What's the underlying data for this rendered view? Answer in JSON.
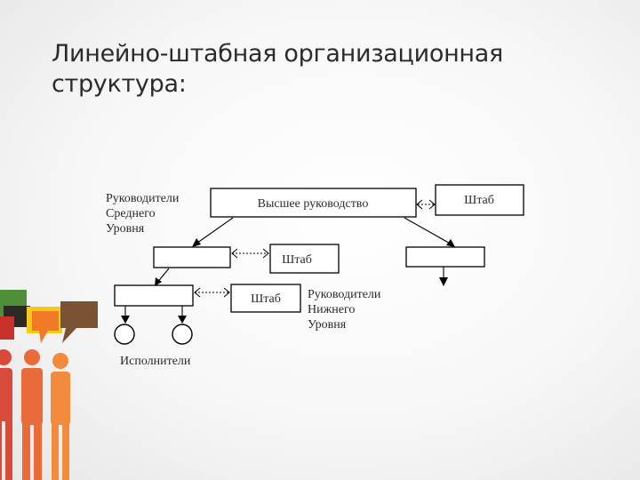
{
  "slide": {
    "title_line1": "Линейно-штабная организационная",
    "title_line2": "структура:"
  },
  "diagram": {
    "top_manager_label": "Высшее руководство",
    "top_staff_label": "Штаб",
    "middle_managers_label": [
      "Руководители",
      "Среднего",
      "Уровня"
    ],
    "middle_staff_label": "Штаб",
    "lower_staff_label": "Штаб",
    "lower_managers_label": [
      "Руководители",
      "Нижнего",
      "Уровня"
    ],
    "executors_label": "Исполнители"
  },
  "decoration": {
    "figures": [
      "person-figure",
      "speech-bubble-green",
      "speech-bubble-orange",
      "speech-bubble-brown"
    ],
    "colors": {
      "green": "#4f8f3a",
      "red": "#c8322a",
      "orange": "#f07a28",
      "yellow": "#f5c81a",
      "brown": "#7a5234",
      "dark": "#2d2a26"
    }
  }
}
